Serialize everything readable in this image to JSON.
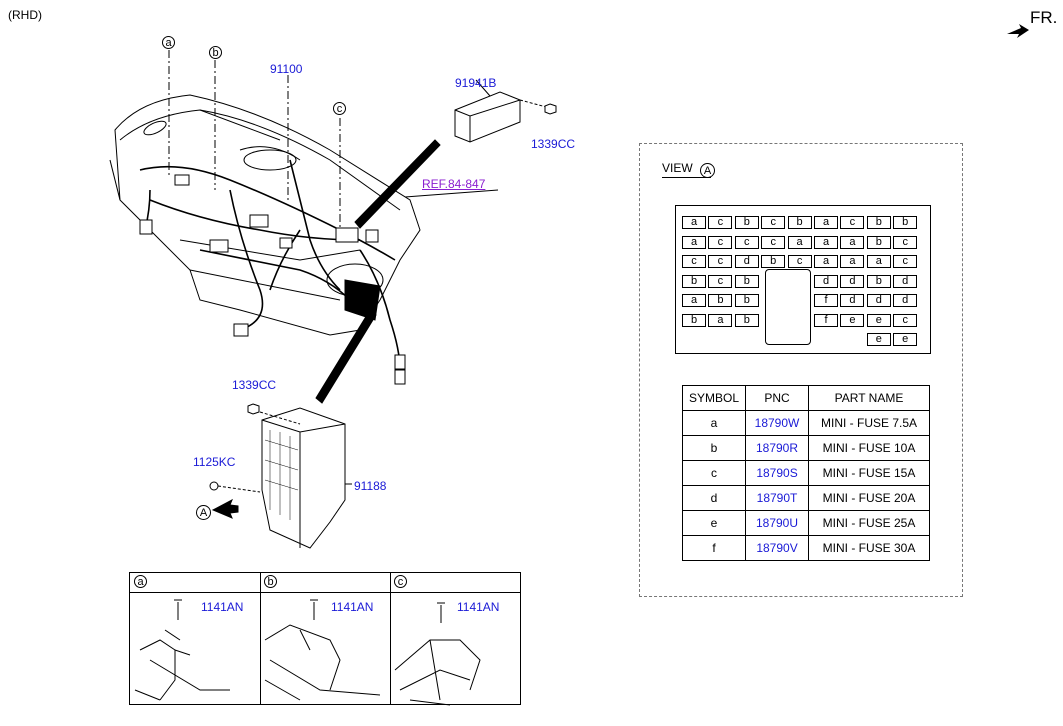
{
  "header": {
    "variant": "(RHD)",
    "front_label": "FR."
  },
  "callouts": {
    "a": "a",
    "b": "b",
    "c": "c",
    "part_91100": "91100",
    "part_91941B": "91941B",
    "part_1339CC_top": "1339CC",
    "ref": "REF.84-847",
    "part_1339CC_mid": "1339CC",
    "part_1125KC": "1125KC",
    "part_91188": "91188",
    "view_marker": "A"
  },
  "view": {
    "title": "VIEW",
    "marker": "A"
  },
  "fuse_grid": [
    [
      "a",
      "c",
      "b",
      "c",
      "b",
      "a",
      "c",
      "b",
      "b"
    ],
    [
      "a",
      "c",
      "c",
      "c",
      "a",
      "a",
      "a",
      "b",
      "c"
    ],
    [
      "c",
      "c",
      "d",
      "b",
      "c",
      "a",
      "a",
      "a",
      "c"
    ],
    [
      "b",
      "c",
      "b",
      "",
      "",
      "d",
      "d",
      "b",
      "d"
    ],
    [
      "a",
      "b",
      "b",
      "",
      "",
      "f",
      "d",
      "d",
      "d"
    ],
    [
      "b",
      "a",
      "b",
      "",
      "",
      "f",
      "e",
      "e",
      "c"
    ],
    [
      "",
      "",
      "",
      "",
      "",
      "",
      "",
      "e",
      "e"
    ]
  ],
  "table": {
    "headers": [
      "SYMBOL",
      "PNC",
      "PART NAME"
    ],
    "rows": [
      {
        "symbol": "a",
        "pnc": "18790W",
        "name": "MINI - FUSE 7.5A"
      },
      {
        "symbol": "b",
        "pnc": "18790R",
        "name": "MINI - FUSE 10A"
      },
      {
        "symbol": "c",
        "pnc": "18790S",
        "name": "MINI - FUSE 15A"
      },
      {
        "symbol": "d",
        "pnc": "18790T",
        "name": "MINI - FUSE 20A"
      },
      {
        "symbol": "e",
        "pnc": "18790U",
        "name": "MINI - FUSE 25A"
      },
      {
        "symbol": "f",
        "pnc": "18790V",
        "name": "MINI - FUSE 30A"
      }
    ]
  },
  "details": [
    {
      "marker": "a",
      "part": "1141AN"
    },
    {
      "marker": "b",
      "part": "1141AN"
    },
    {
      "marker": "c",
      "part": "1141AN"
    }
  ],
  "colors": {
    "link_blue": "#1a1ad6",
    "ref_purple": "#8b1fd0",
    "line": "#000000"
  }
}
